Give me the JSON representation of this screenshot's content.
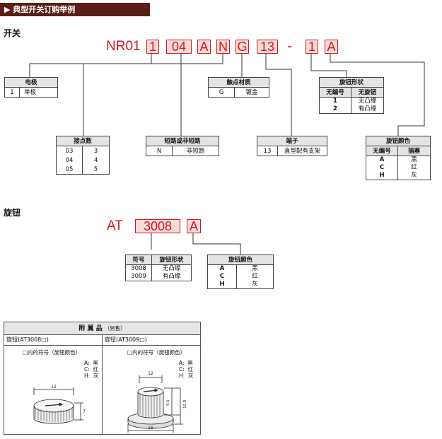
{
  "header": {
    "title": "▶ 典型开关订购举例"
  },
  "switch": {
    "section_label": "开关",
    "prefix": "NR01",
    "codes": [
      "1",
      "04",
      "A",
      "N",
      "G",
      "13",
      "1",
      "A"
    ],
    "dash": "-",
    "poles": {
      "header": "电极",
      "rows": [
        [
          "1",
          "单极"
        ]
      ]
    },
    "contacts": {
      "header": "接点数",
      "rows": [
        [
          "03",
          "3"
        ],
        [
          "04",
          "4"
        ],
        [
          "05",
          "5"
        ]
      ]
    },
    "contact_material": {
      "header": "触点材质",
      "rows": [
        [
          "G",
          "镀金"
        ]
      ]
    },
    "shorting": {
      "header": "短路或非短路",
      "rows": [
        [
          "N",
          "非短路"
        ]
      ]
    },
    "terminal": {
      "header": "端子",
      "rows": [
        [
          "13",
          "直型配有支架"
        ]
      ]
    },
    "knob_shape": {
      "header": "旋钮形状",
      "col1": "无编号",
      "col2": "无旋钮",
      "codes": "1\n2",
      "names": "无凸缘\n有凸缘"
    },
    "knob_color": {
      "header": "旋钮颜色",
      "col1": "无编号",
      "col2": "插塞",
      "codes": "A\nC\nH",
      "names": "黑\n红\n灰"
    }
  },
  "knob": {
    "section_label": "旋钮",
    "prefix": "AT",
    "codes": [
      "3008",
      "A"
    ],
    "shape": {
      "col1": "符号",
      "col2": "旋钮形状",
      "codes": "3008\n3009",
      "names": "无凸缘\n有凸缘"
    },
    "color": {
      "header": "旋钮颜色",
      "codes": "A\nC\nH",
      "names": "黑\n红\n灰"
    }
  },
  "accessories": {
    "title": "附 属 品",
    "title_note": "（另售）",
    "left_header": "旋钮(AT3008□)",
    "right_header": "旋钮(AT3009□)",
    "symbol_note": "□内的符号（旋钮颜色）",
    "color_legend": "A:  黑\nC:  红\nH:  灰",
    "dims_left": {
      "width": "12",
      "height": "7"
    },
    "dims_right": {
      "width": "12",
      "h1": "9.5",
      "h2": "10.8",
      "base": "16"
    }
  }
}
